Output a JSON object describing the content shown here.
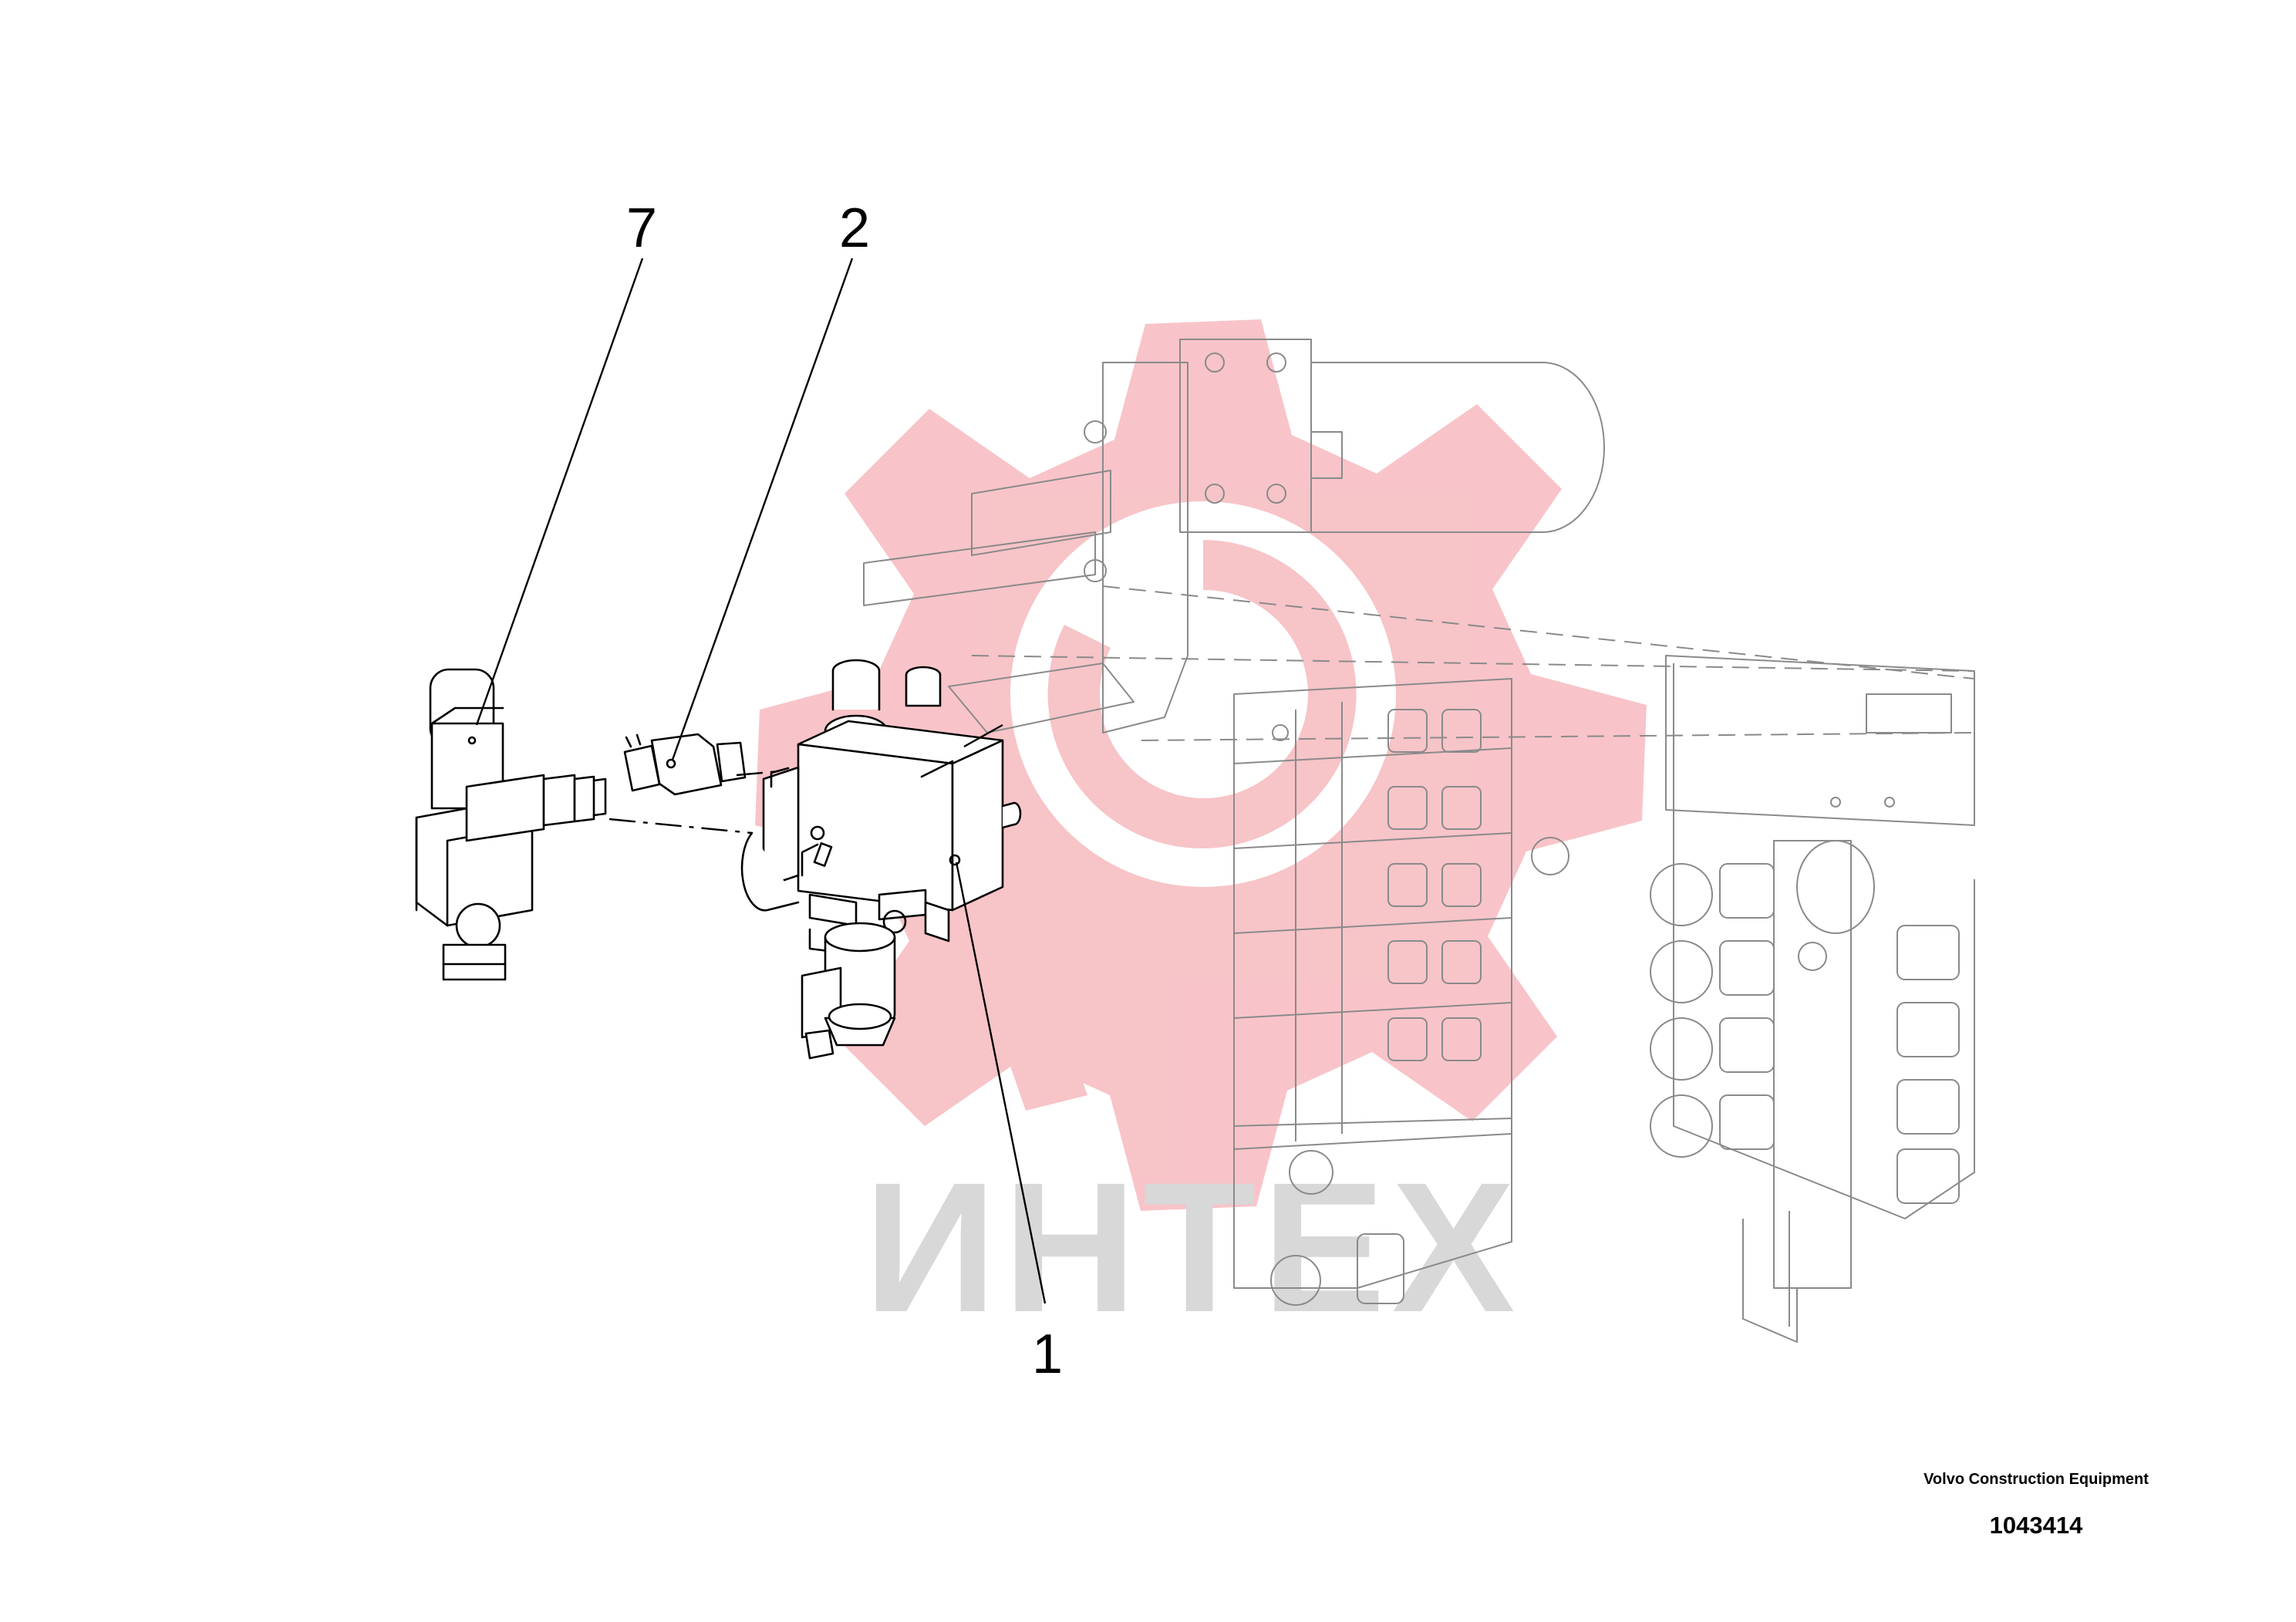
{
  "watermark": {
    "text": "ИНТЕХ",
    "logo": "gear-logo",
    "colors": {
      "logo": "#f5b8bd",
      "text": "#d8d8d8"
    }
  },
  "callouts": [
    {
      "id": "7",
      "label": "7"
    },
    {
      "id": "2",
      "label": "2"
    },
    {
      "id": "1",
      "label": "1"
    }
  ],
  "title_block": {
    "company": "Volvo Construction Equipment",
    "drawing_number": "1043414"
  },
  "colors": {
    "line": "#000000",
    "background_parts": "#8a8a8a"
  }
}
